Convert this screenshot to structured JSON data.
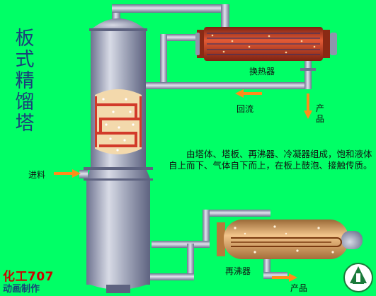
{
  "title": "板式精馏塔",
  "labels": {
    "condenser": "换热器",
    "reflux": "回流",
    "product_top": "产品",
    "feed": "进料",
    "reboiler": "再沸器",
    "product_bottom": "产品"
  },
  "description": "由塔体、塔板、再沸器、冷凝器组成，饱和液体自上而下、气体自下而上，在板上鼓泡、接触传质。",
  "brand": {
    "name": "化工707",
    "sub": "动画制作"
  },
  "colors": {
    "background": "#00FF66",
    "vessel": "#8F95AC",
    "pipe": "#8F95AC",
    "arrow": "#FF8C1A",
    "heater_body": "#C63C1E",
    "liquid": "#E8B77A"
  }
}
